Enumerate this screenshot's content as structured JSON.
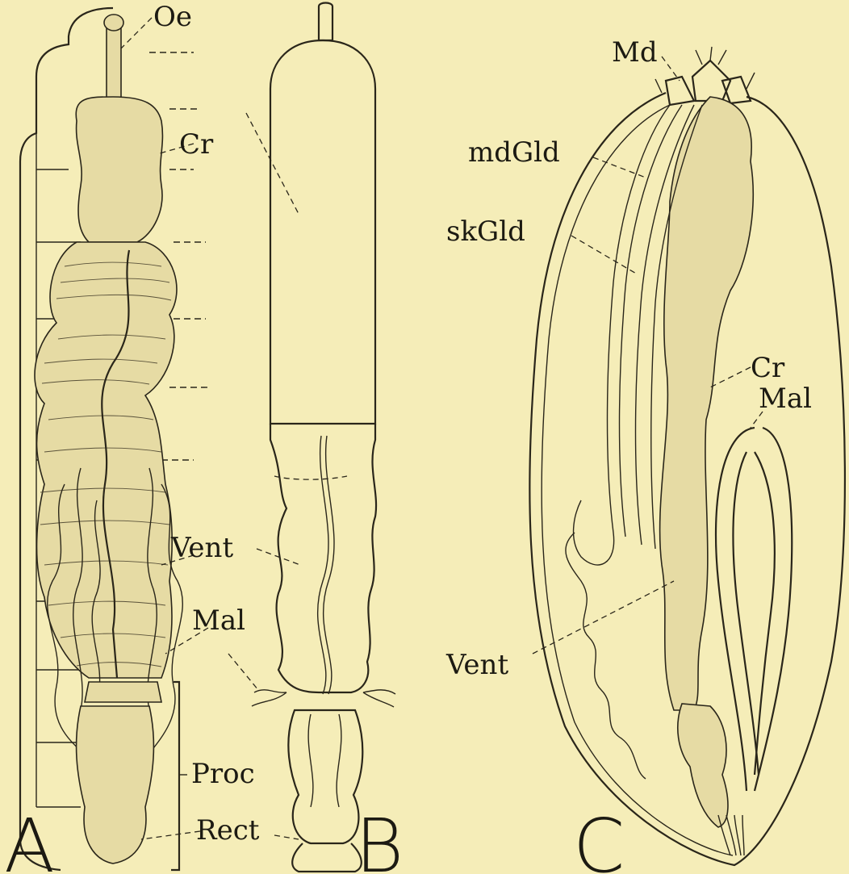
{
  "panels": {
    "A": {
      "letter": "A",
      "labels": {
        "oe": "Oe",
        "cr": "Cr",
        "vent": "Vent",
        "mal": "Mal",
        "proc": "Proc",
        "rect": "Rect"
      }
    },
    "B": {
      "letter": "B"
    },
    "C": {
      "letter": "C",
      "labels": {
        "md": "Md",
        "mdgld": "mdGld",
        "skgld": "skGld",
        "cr": "Cr",
        "mal": "Mal",
        "vent": "Vent"
      }
    }
  }
}
